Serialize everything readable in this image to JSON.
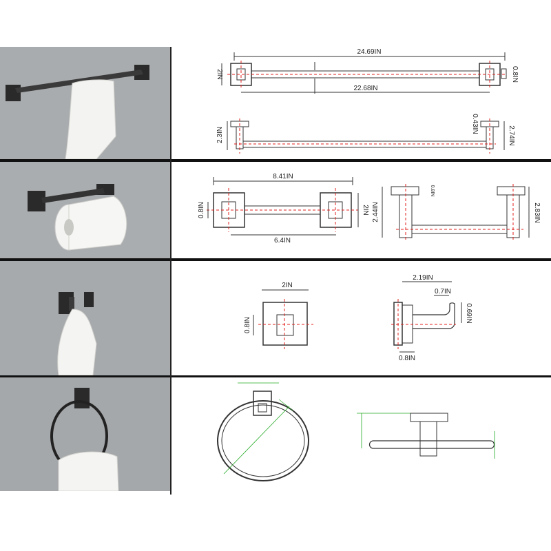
{
  "rows": [
    {
      "product": "towel-bar",
      "dims": {
        "overall_length": "24.69IN",
        "bar_length": "22.68IN",
        "base_height": "2IN",
        "bar_thickness": "0.8IN",
        "side_height": "2.3IN",
        "bar_gap": "0.43IN",
        "projection": "2.74IN"
      }
    },
    {
      "product": "toilet-paper-holder",
      "dims": {
        "overall_length": "8.41IN",
        "inner_length": "6.4IN",
        "bar_thickness": "0.8IN",
        "base_height": "2IN",
        "side_height": "2.44IN",
        "plate_depth": "0.8IN",
        "projection": "2.83IN"
      }
    },
    {
      "product": "robe-hook",
      "dims": {
        "base_width": "2IN",
        "hook_thickness": "0.8IN",
        "overall_depth": "2.19IN",
        "tip_width": "0.7IN",
        "hook_height": "0.69IN",
        "plate_depth": "0.8IN"
      }
    },
    {
      "product": "towel-ring",
      "dims": {}
    }
  ],
  "colors": {
    "outline": "#333333",
    "centerline": "#e0201c",
    "dimension_line": "#222222",
    "green_dimension": "#22aa22",
    "divider": "#111111",
    "wall": "#a6a9ac"
  }
}
